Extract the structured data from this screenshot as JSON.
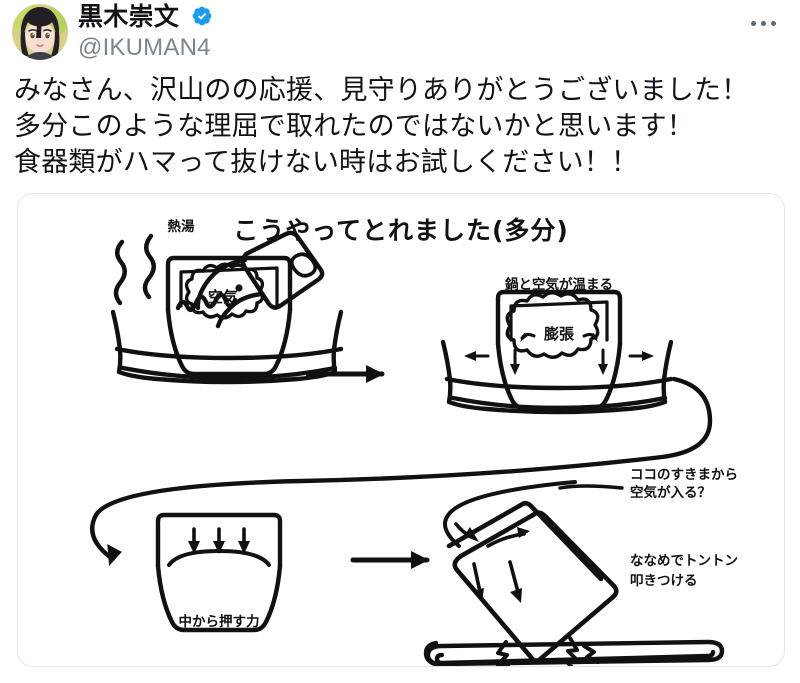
{
  "account": {
    "display_name": "黒木崇文",
    "handle": "@IKUMAN4",
    "verified": true,
    "verified_color": "#1d9bf0",
    "avatar_alt": "anime-girl-avatar"
  },
  "header": {
    "more_menu_label": "・・・"
  },
  "tweet": {
    "body": "みなさん、沢山のの応援、見守りありがとうございました！\n多分このような理屈で取れたのではないかと思います！\n食器類がハマって抜けない時はお試しください！！"
  },
  "media": {
    "title": "こうやってとれました(多分)",
    "panels": {
      "p1_hot_water": "熱湯",
      "p1_air": "空気",
      "p2_heading": "鍋と空気が温まる",
      "p2_expansion": "膨張",
      "p3_caption": "中から押す力",
      "p4_gap_note": "ココのすきまから\n空気が入る？",
      "p4_tap_note": "ななめでトントン\n叩きつける"
    },
    "ink_color": "#111111",
    "background": "#ffffff"
  }
}
